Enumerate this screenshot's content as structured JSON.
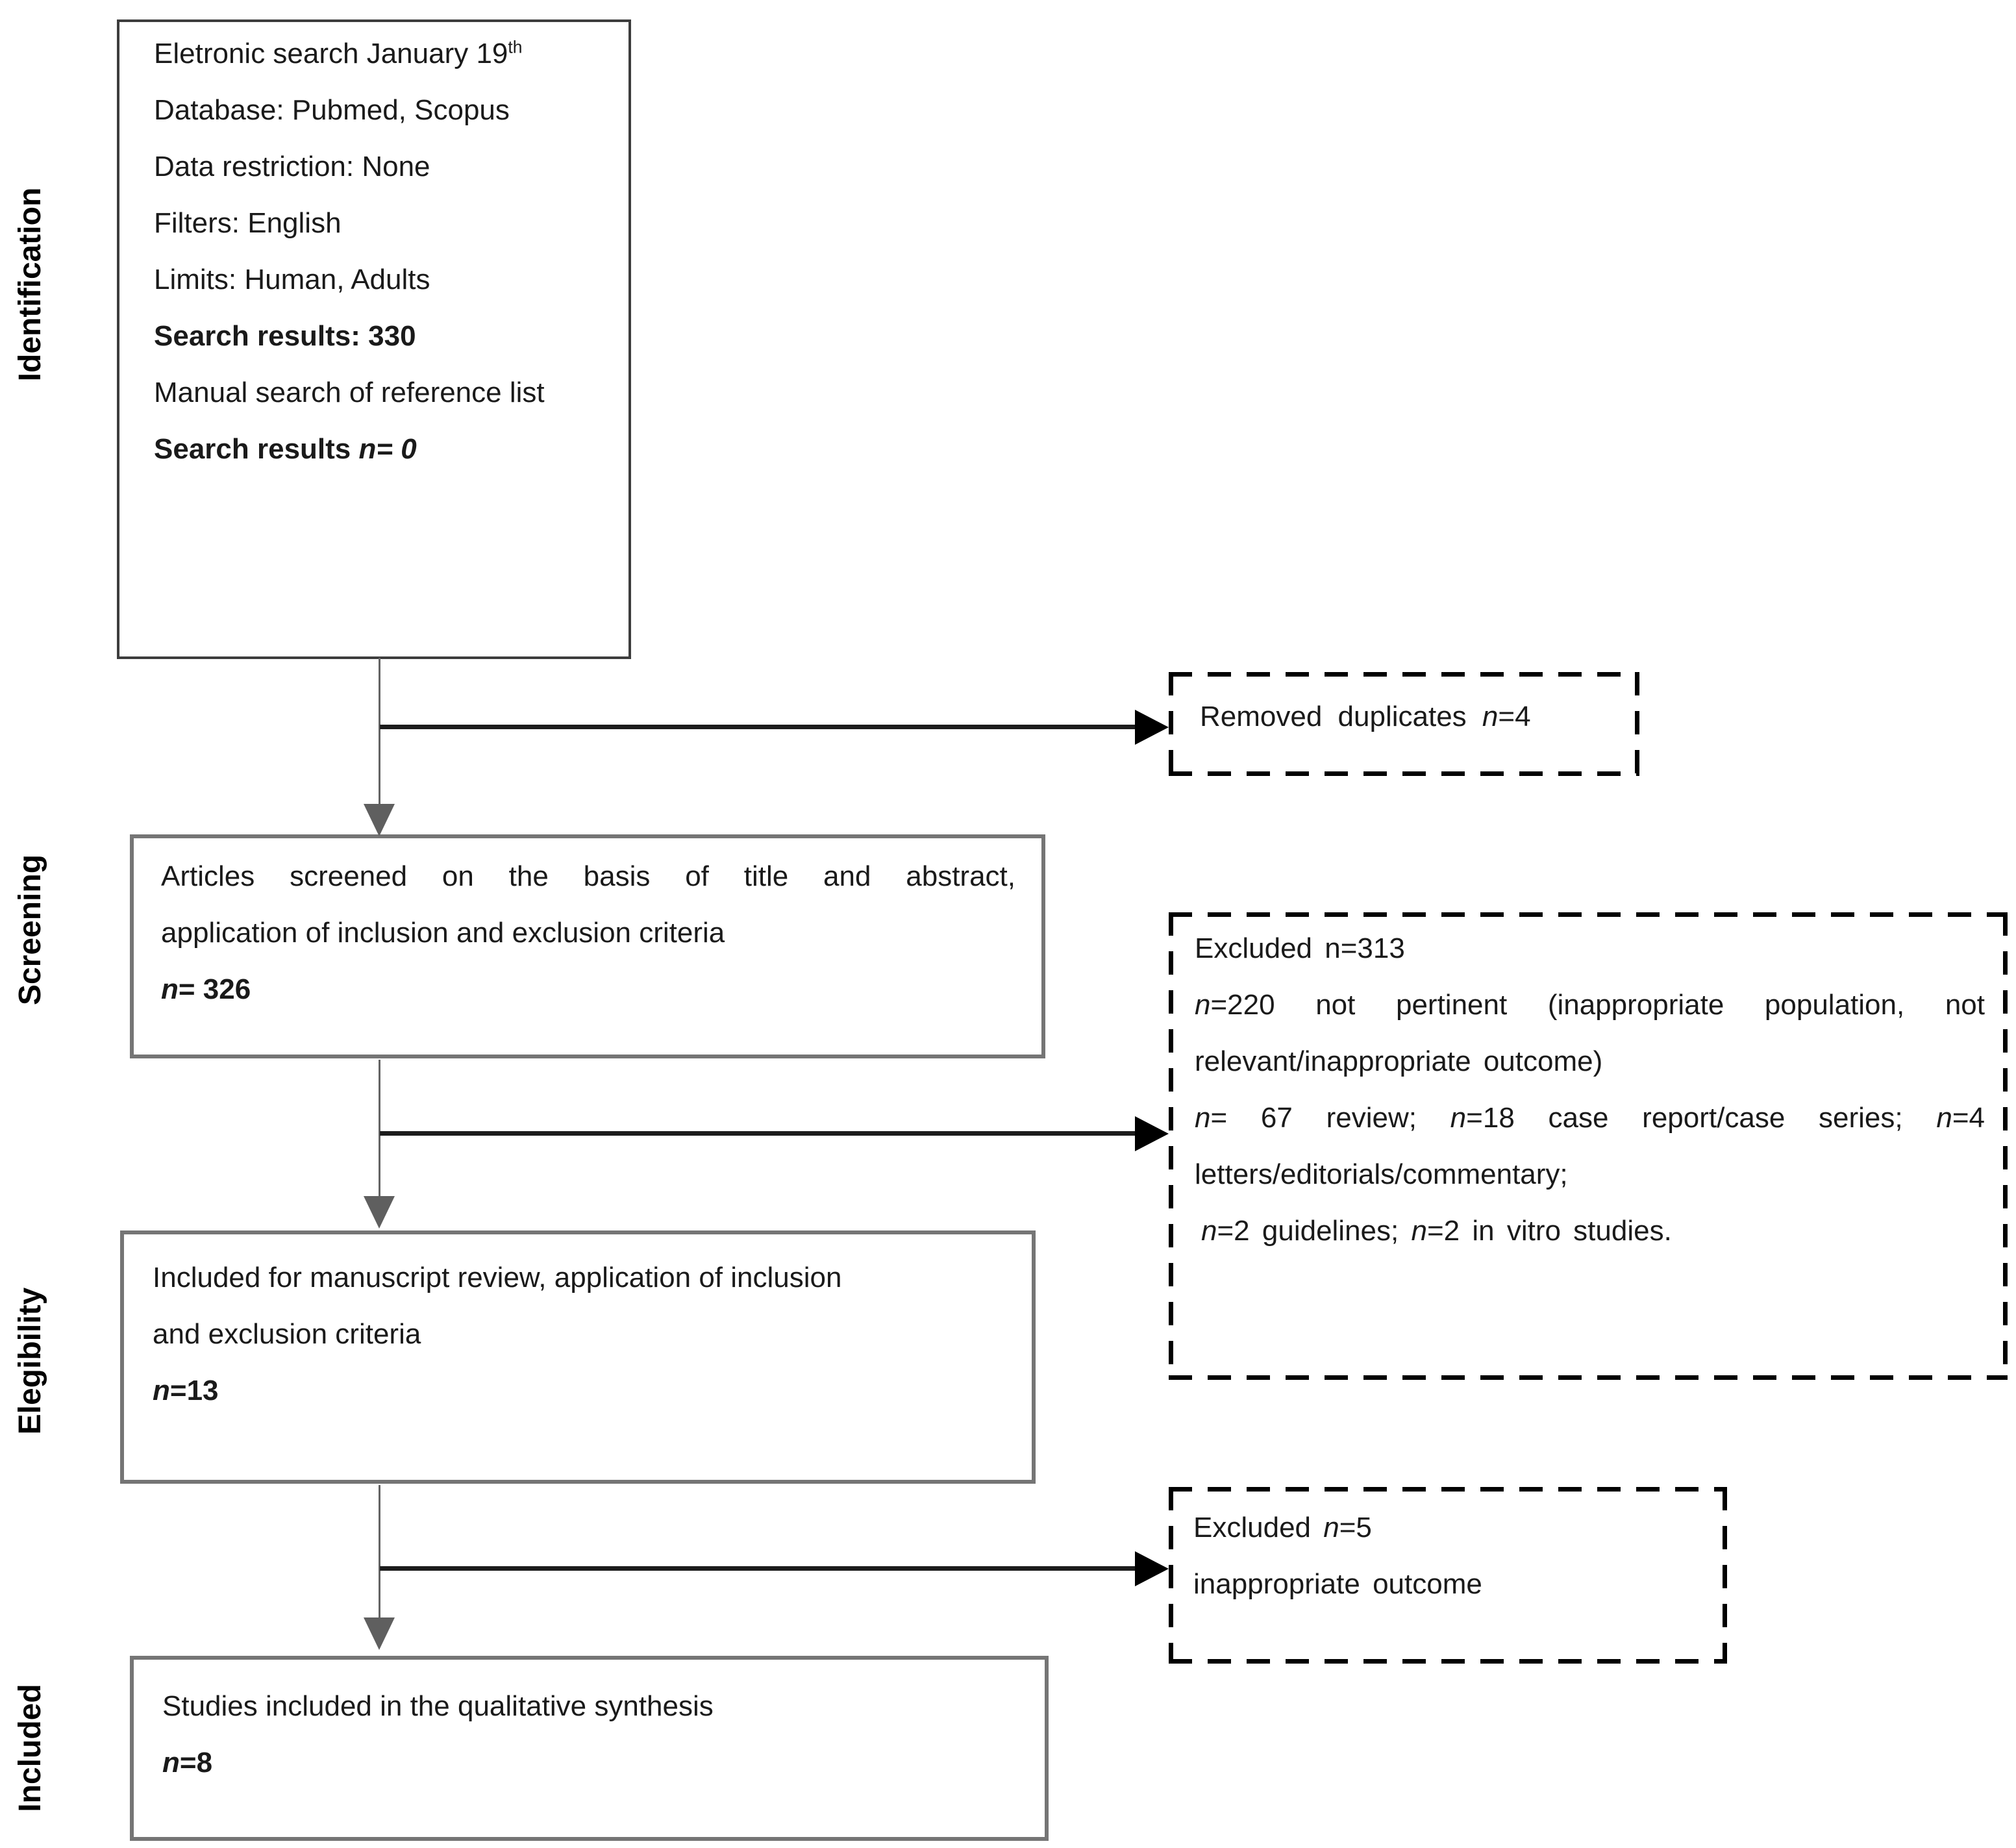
{
  "diagram": {
    "type": "prisma-flow",
    "stage_labels": {
      "identification": "Identification",
      "screening": "Screening",
      "elegibility": "Elegibility",
      "included": "Included"
    },
    "identification_box": {
      "l1_main": "Eletronic search January 19",
      "l1_sup": "th",
      "l2": "Database: Pubmed, Scopus",
      "l3": "Data restriction: None",
      "l4": "Filters: English",
      "l5": "Limits: Human, Adults",
      "l6": "Search results: 330",
      "l7": "Manual search of reference list",
      "l8_a": "Search results ",
      "l8_b": "n= 0"
    },
    "screening_box": {
      "l1": "Articles screened on the basis of title and abstract,",
      "l2": "application of inclusion and exclusion criteria",
      "n_label": "n",
      "n_value": "= 326"
    },
    "elegibility_box": {
      "l1": "Included for manuscript review, application of inclusion",
      "l2": "and exclusion criteria",
      "n_label": "n",
      "n_value": "=13"
    },
    "included_box": {
      "l1": "Studies included in the qualitative synthesis",
      "n_label": "n",
      "n_value": "=8"
    },
    "removed_duplicates_box": {
      "a": "Removed duplicates ",
      "n": "n",
      "b": "=4"
    },
    "excluded_screening_box": {
      "l1": "Excluded n=313",
      "l2_n": "n",
      "l2": "=220 not pertinent (inappropriate population, not",
      "l3": "relevant/inappropriate outcome)",
      "l4_n1": "n",
      "l4_a": "= 67 review; ",
      "l4_n2": "n",
      "l4_b": "=18 case report/case series; ",
      "l4_n3": "n",
      "l4_c": "=4",
      "l5": "letters/editorials/commentary;",
      "l6_n1": "n",
      "l6_a": "=2 guidelines; ",
      "l6_n2": "n",
      "l6_b": "=2 in vitro studies."
    },
    "excluded_eligibility_box": {
      "l1_a": "Excluded ",
      "l1_n": "n",
      "l1_b": "=5",
      "l2": "inappropriate outcome"
    },
    "colors": {
      "text": "#1a1a1a",
      "solid_border": "#757575",
      "identification_border": "#3d3d3d",
      "dashed_border": "#000000",
      "connector_line": "#646464",
      "arrow_line": "#1c1c1c"
    }
  }
}
